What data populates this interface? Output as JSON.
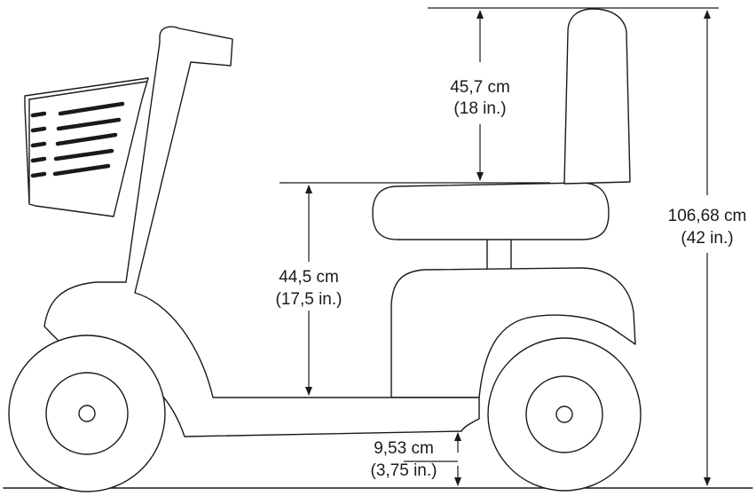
{
  "dimensions": {
    "seat_back_height": {
      "metric": "45,7 cm",
      "imperial": "(18 in.)"
    },
    "seat_height": {
      "metric": "44,5 cm",
      "imperial": "(17,5 in.)"
    },
    "overall_height": {
      "metric": "106,68 cm",
      "imperial": "(42 in.)"
    },
    "ground_clearance": {
      "metric": "9,53 cm",
      "imperial": "(3,75 in.)"
    }
  }
}
